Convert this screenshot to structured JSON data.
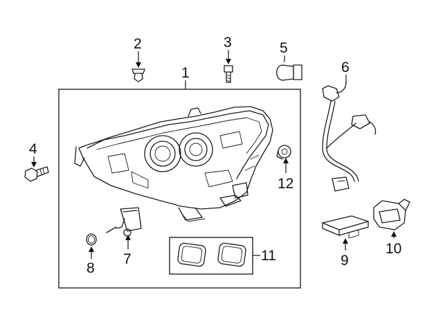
{
  "callouts": {
    "c1": "1",
    "c2": "2",
    "c3": "3",
    "c4": "4",
    "c5": "5",
    "c6": "6",
    "c7": "7",
    "c8": "8",
    "c9": "9",
    "c10": "10",
    "c11": "11",
    "c12": "12"
  },
  "colors": {
    "line": "#1a1a1a",
    "background": "#ffffff"
  }
}
